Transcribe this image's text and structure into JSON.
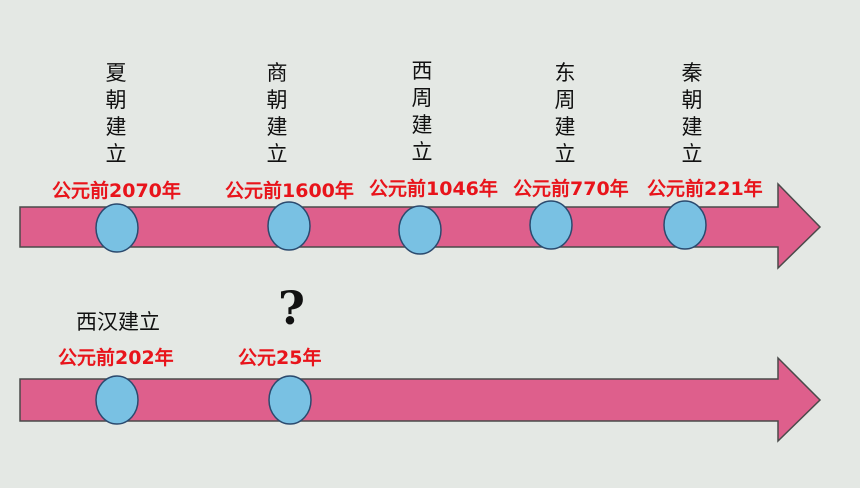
{
  "timelines": [
    {
      "events": [
        {
          "name": "夏朝建立",
          "date": "公元前2070年"
        },
        {
          "name": "商朝建立",
          "date": "公元前1600年"
        },
        {
          "name": "西周建立",
          "date": "公元前1046年"
        },
        {
          "name": "东周建立",
          "date": "公元前770年"
        },
        {
          "name": "秦朝建立",
          "date": "公元前221年"
        }
      ]
    },
    {
      "events": [
        {
          "name": "西汉建立",
          "date": "公元前202年"
        },
        {
          "name": "?",
          "date": "公元25年"
        }
      ]
    }
  ],
  "colors": {
    "background": "#e4e8e4",
    "arrow_fill": "#de5f8c",
    "arrow_stroke": "#4a4a4a",
    "node_fill": "#79c1e3",
    "node_stroke": "#2b4a6e",
    "date_text": "#e8141b"
  }
}
